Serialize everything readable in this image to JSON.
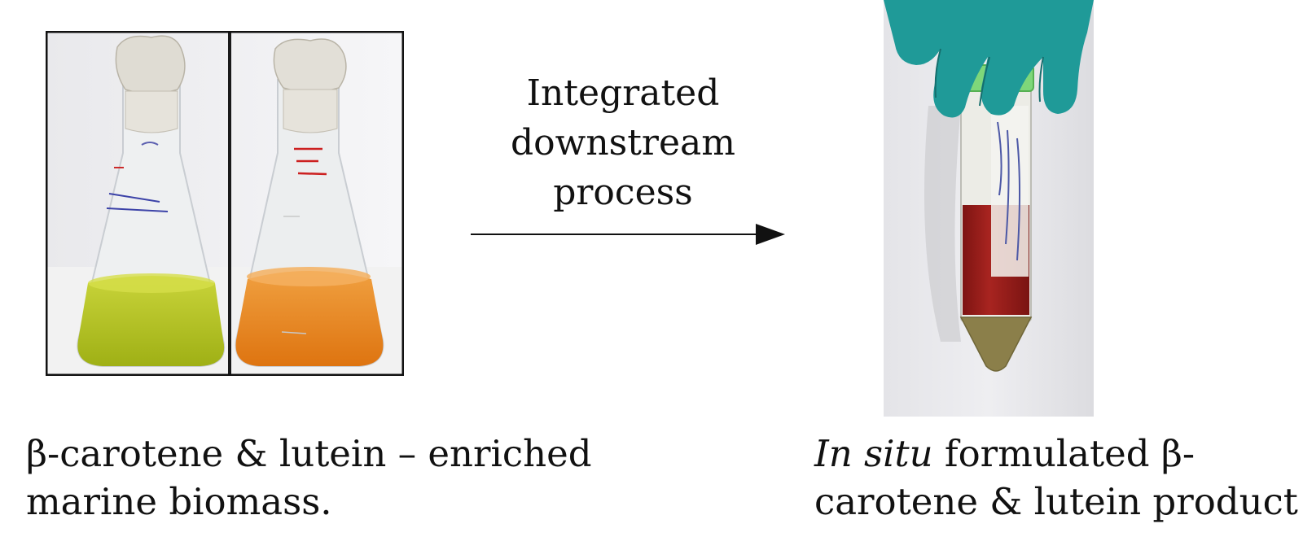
{
  "process": {
    "line1": "Integrated",
    "line2": "downstream",
    "line3": "process"
  },
  "caption_left": {
    "line1": "β-carotene & lutein – enriched",
    "line2": "marine biomass."
  },
  "caption_right": {
    "italic": "In situ",
    "line1_rest": " formulated β-",
    "line2": "carotene & lutein product"
  },
  "colors": {
    "green_culture": "#b7c51f",
    "orange_culture": "#e8821a",
    "red_product": "#9e1f1c",
    "glove": "#1f9a98",
    "cap": "#7ed77a"
  },
  "icons": {
    "flasks": "erlenmeyer-flasks-photo",
    "tube": "gloved-hand-tube-photo",
    "arrow": "right-arrow"
  }
}
